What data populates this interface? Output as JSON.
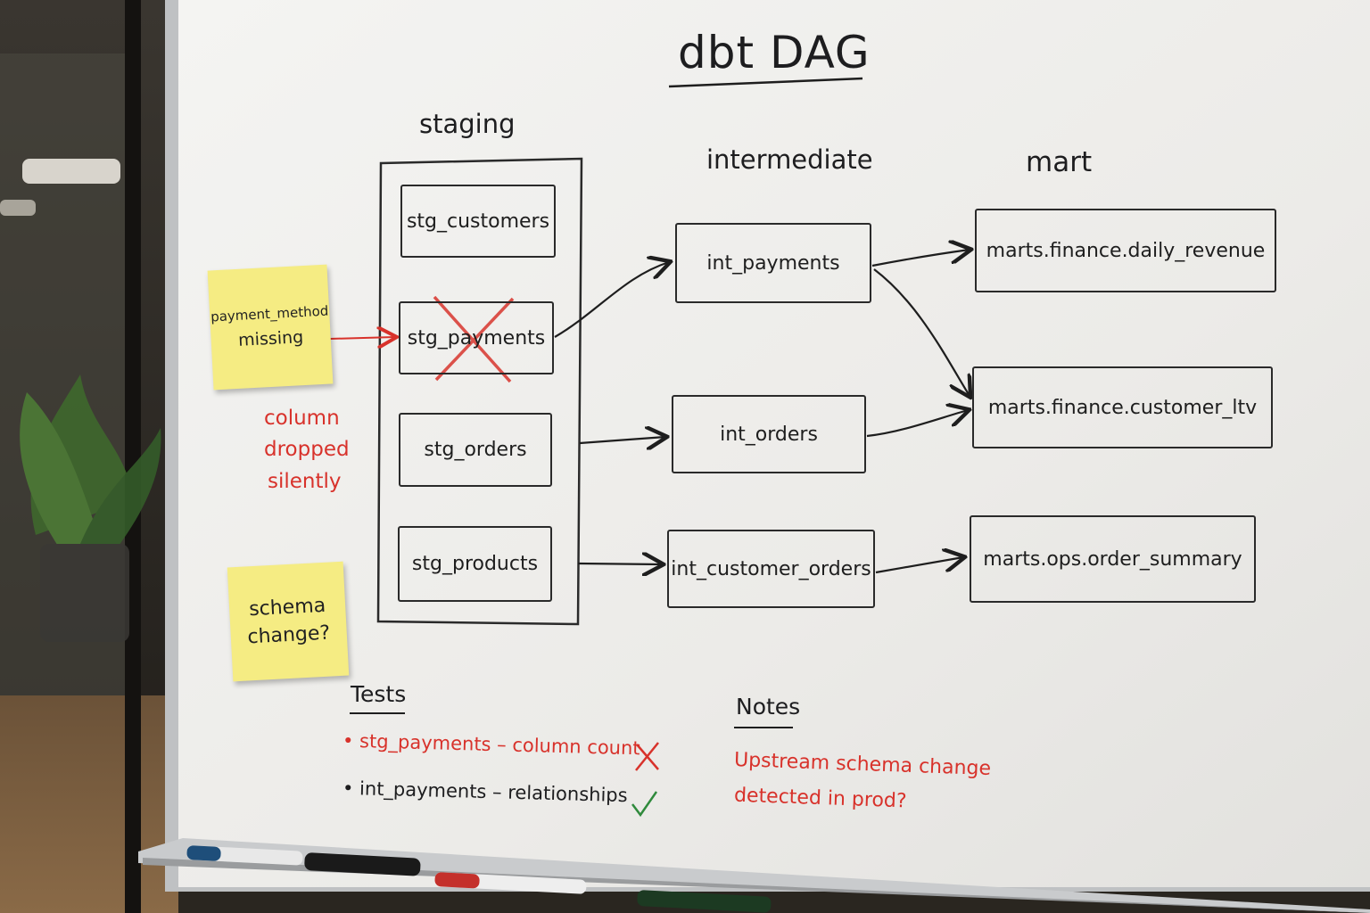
{
  "board": {
    "title": "dbt DAG",
    "columns": {
      "staging": "staging",
      "intermediate": "intermediate",
      "mart": "mart"
    }
  },
  "nodes": {
    "stg_customers": "stg_customers",
    "stg_payments": "stg_payments",
    "stg_orders": "stg_orders",
    "stg_products": "stg_products",
    "int_payments": "int_payments",
    "int_orders": "int_orders",
    "int_customer_orders": "int_customer_orders",
    "daily_revenue": "marts.finance.daily_revenue",
    "customer_ltv": "marts.finance.customer_ltv",
    "order_summary": "marts.ops.order_summary"
  },
  "stickies": {
    "payment_line1": "payment_method",
    "payment_line2": "missing",
    "schema_line1": "schema",
    "schema_line2": "change?"
  },
  "annotation": {
    "line1": "column",
    "line2": "dropped",
    "line3": "silently"
  },
  "tests": {
    "heading": "Tests",
    "items": [
      {
        "text": "stg_payments – column count",
        "status": "fail"
      },
      {
        "text": "int_payments – relationships",
        "status": "pass"
      }
    ]
  },
  "notes": {
    "heading": "Notes",
    "line1": "Upstream schema change",
    "line2": "detected in prod?"
  },
  "colors": {
    "marker_red": "#d8322b",
    "marker_green": "#2f8a3c",
    "sticky": "#f5ec83",
    "ink": "#1e1e1e"
  }
}
